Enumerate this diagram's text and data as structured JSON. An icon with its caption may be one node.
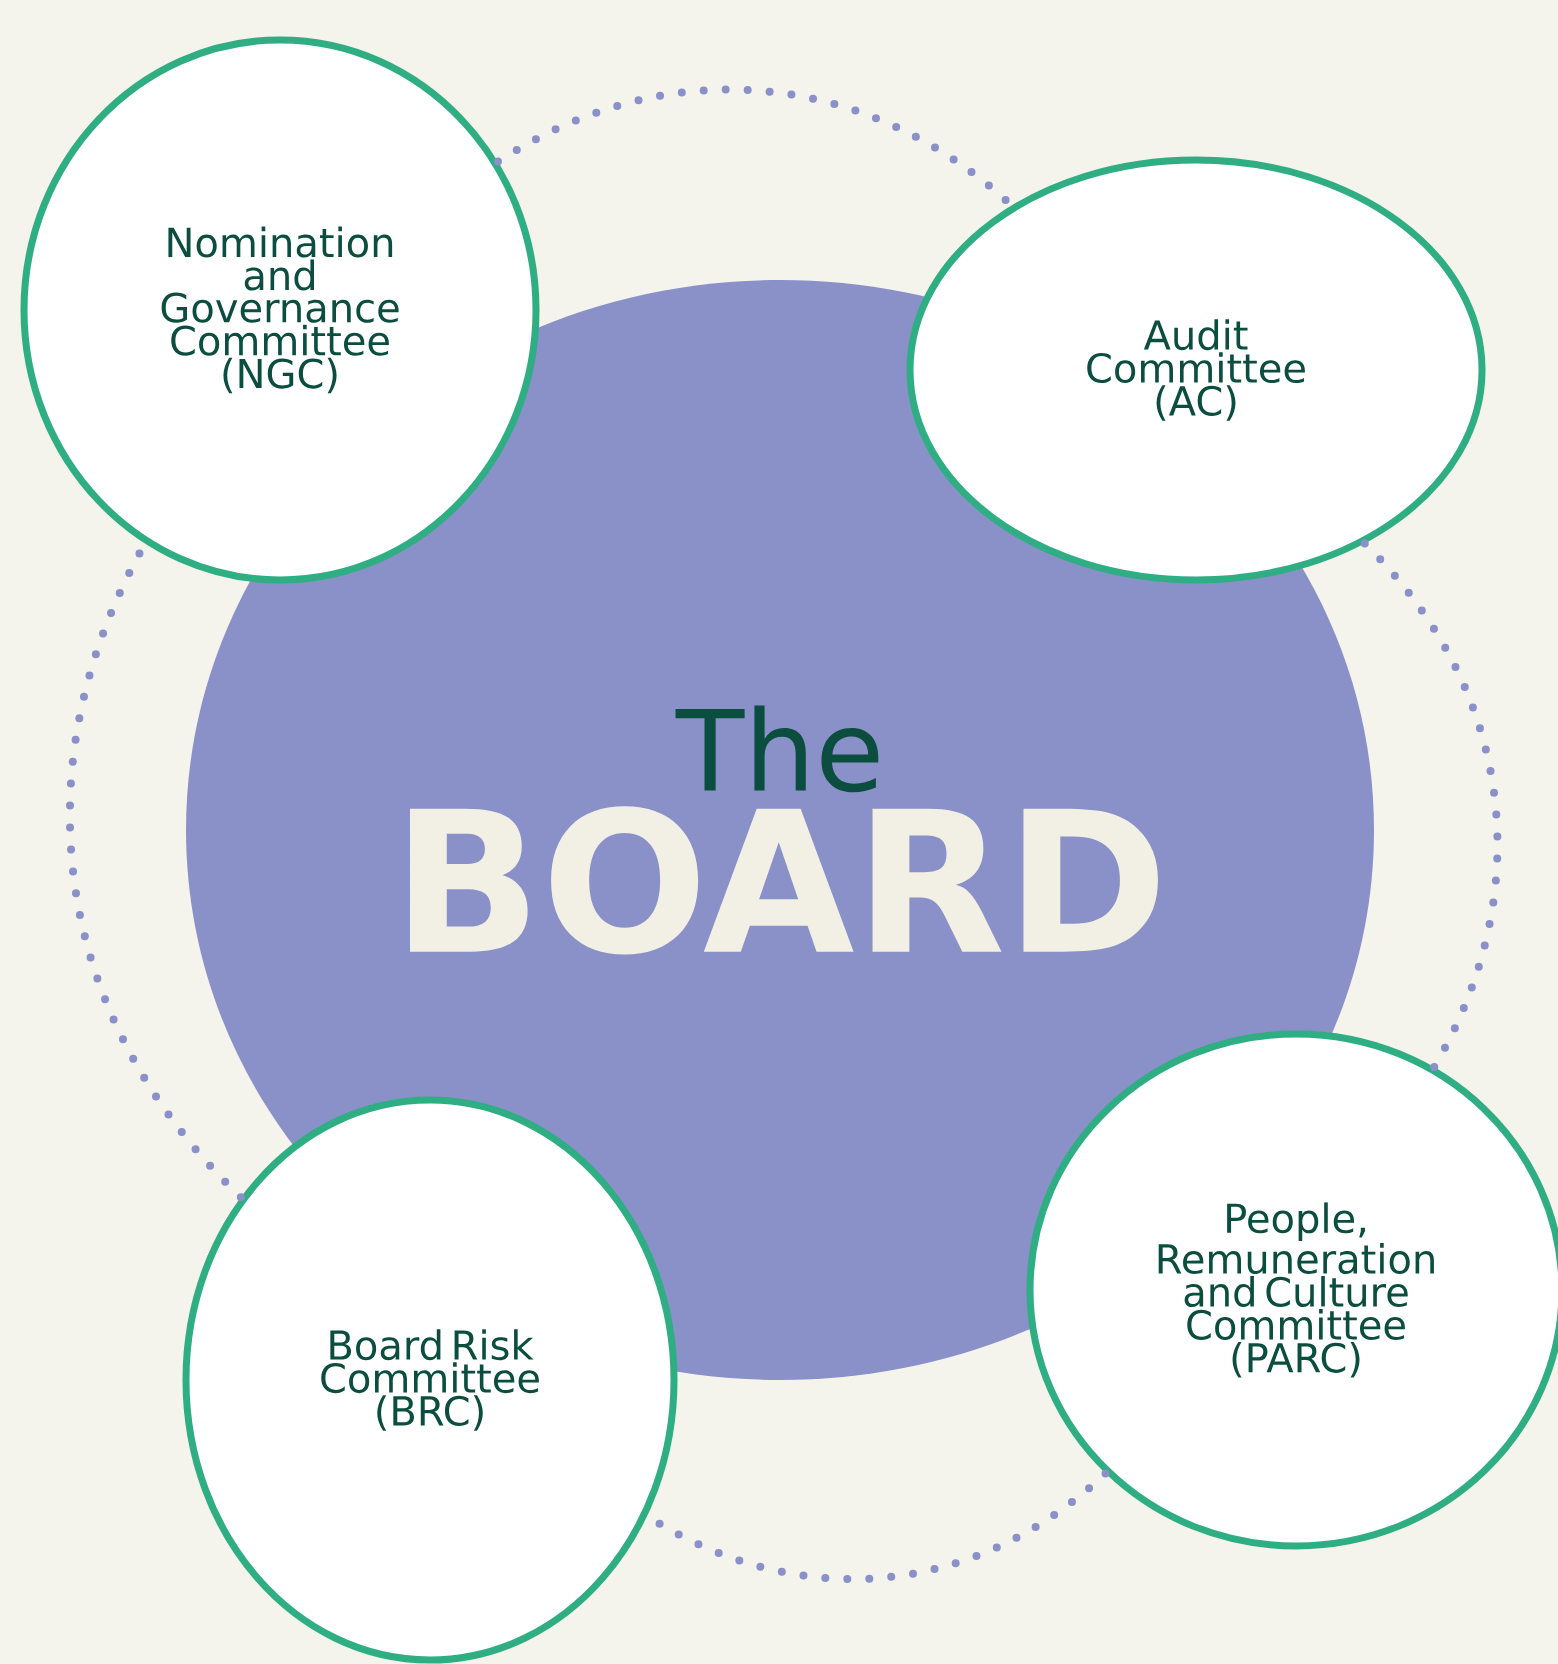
{
  "diagram": {
    "nodes": [
      {
        "text": [
          "The",
          "BOARD"
        ]
      },
      {
        "text": [
          "Nomination and Governance Committee (NGC)"
        ]
      },
      {
        "text": [
          "Audit Committee (AC)"
        ]
      },
      {
        "text": [
          "People, Remuneration and Culture Committee (PARC)"
        ]
      },
      {
        "text": [
          "Board Risk Committee (BRC)"
        ]
      }
    ],
    "edges": [
      {
        "from": 1,
        "to": 2,
        "arrow": "none",
        "style": "dashed"
      },
      {
        "from": 2,
        "to": 3,
        "arrow": "none",
        "style": "dashed"
      },
      {
        "from": 3,
        "to": 4,
        "arrow": "none",
        "style": "dashed"
      },
      {
        "from": 4,
        "to": 1,
        "arrow": "none",
        "style": "dashed"
      }
    ]
  }
}
